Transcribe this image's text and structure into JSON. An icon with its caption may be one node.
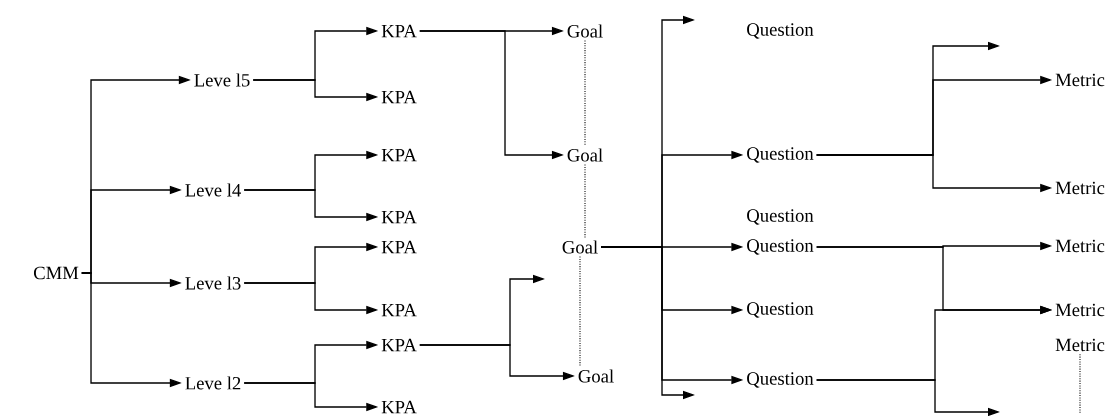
{
  "diagram": {
    "nodes": [
      {
        "text": [
          "CMM"
        ]
      },
      {
        "text": [
          "Leve l5"
        ]
      },
      {
        "text": [
          "Leve l4"
        ]
      },
      {
        "text": [
          "Leve l3"
        ]
      },
      {
        "text": [
          "Leve l2"
        ]
      },
      {
        "text": [
          "KPA"
        ]
      },
      {
        "text": [
          "KPA"
        ]
      },
      {
        "text": [
          "KPA"
        ]
      },
      {
        "text": [
          "KPA"
        ]
      },
      {
        "text": [
          "KPA"
        ]
      },
      {
        "text": [
          "KPA"
        ]
      },
      {
        "text": [
          "KPA"
        ]
      },
      {
        "text": [
          "KPA"
        ]
      },
      {
        "text": [
          "Goal"
        ]
      },
      {
        "text": [
          "Goal"
        ]
      },
      {
        "text": [
          "Goal"
        ]
      },
      {
        "text": [
          "Goal"
        ]
      },
      {
        "text": [
          "Question"
        ]
      },
      {
        "text": [
          "Question"
        ]
      },
      {
        "text": [
          "Question"
        ]
      },
      {
        "text": [
          "Question"
        ]
      },
      {
        "text": [
          "Question"
        ]
      },
      {
        "text": [
          "Question"
        ]
      },
      {
        "text": [
          "Metric"
        ]
      },
      {
        "text": [
          "Metric"
        ]
      },
      {
        "text": [
          "Metric"
        ]
      },
      {
        "text": [
          "Metric"
        ]
      },
      {
        "text": [
          "Metric"
        ]
      }
    ],
    "edges": [
      {
        "from": 0,
        "to": 1,
        "arrow": "to"
      },
      {
        "from": 0,
        "to": 2,
        "arrow": "to"
      },
      {
        "from": 0,
        "to": 3,
        "arrow": "to"
      },
      {
        "from": 0,
        "to": 4,
        "arrow": "to"
      },
      {
        "from": 1,
        "to": 5,
        "arrow": "to"
      },
      {
        "from": 1,
        "to": 6,
        "arrow": "to"
      },
      {
        "from": 2,
        "to": 7,
        "arrow": "to"
      },
      {
        "from": 2,
        "to": 8,
        "arrow": "to"
      },
      {
        "from": 3,
        "to": 9,
        "arrow": "to"
      },
      {
        "from": 3,
        "to": 10,
        "arrow": "to"
      },
      {
        "from": 4,
        "to": 11,
        "arrow": "to"
      },
      {
        "from": 4,
        "to": 12,
        "arrow": "to"
      },
      {
        "from": 5,
        "to": 13,
        "arrow": "to"
      },
      {
        "from": 5,
        "to": 14,
        "arrow": "to"
      },
      {
        "from": 11,
        "to": null,
        "arrow": "to"
      },
      {
        "from": 11,
        "to": 16,
        "arrow": "to"
      },
      {
        "from": 15,
        "to": null,
        "arrow": "to"
      },
      {
        "from": 15,
        "to": 18,
        "arrow": "to"
      },
      {
        "from": 15,
        "to": 20,
        "arrow": "to"
      },
      {
        "from": 15,
        "to": 21,
        "arrow": "to"
      },
      {
        "from": 15,
        "to": 22,
        "arrow": "to"
      },
      {
        "from": 15,
        "to": null,
        "arrow": "to"
      },
      {
        "from": 18,
        "to": null,
        "arrow": "to"
      },
      {
        "from": 18,
        "to": 23,
        "arrow": "to"
      },
      {
        "from": 18,
        "to": 24,
        "arrow": "to"
      },
      {
        "from": 20,
        "to": 25,
        "arrow": "to"
      },
      {
        "from": 20,
        "to": 26,
        "arrow": "to"
      },
      {
        "from": 22,
        "to": 26,
        "arrow": "to"
      },
      {
        "from": 22,
        "to": null,
        "arrow": "to"
      },
      {
        "from": 13,
        "to": 14,
        "arrow": "none",
        "style": "dashed"
      },
      {
        "from": 14,
        "to": 15,
        "arrow": "none",
        "style": "dashed"
      },
      {
        "from": 15,
        "to": 16,
        "arrow": "none",
        "style": "dashed"
      },
      {
        "from": 27,
        "to": null,
        "arrow": "none",
        "style": "dashed"
      }
    ]
  }
}
